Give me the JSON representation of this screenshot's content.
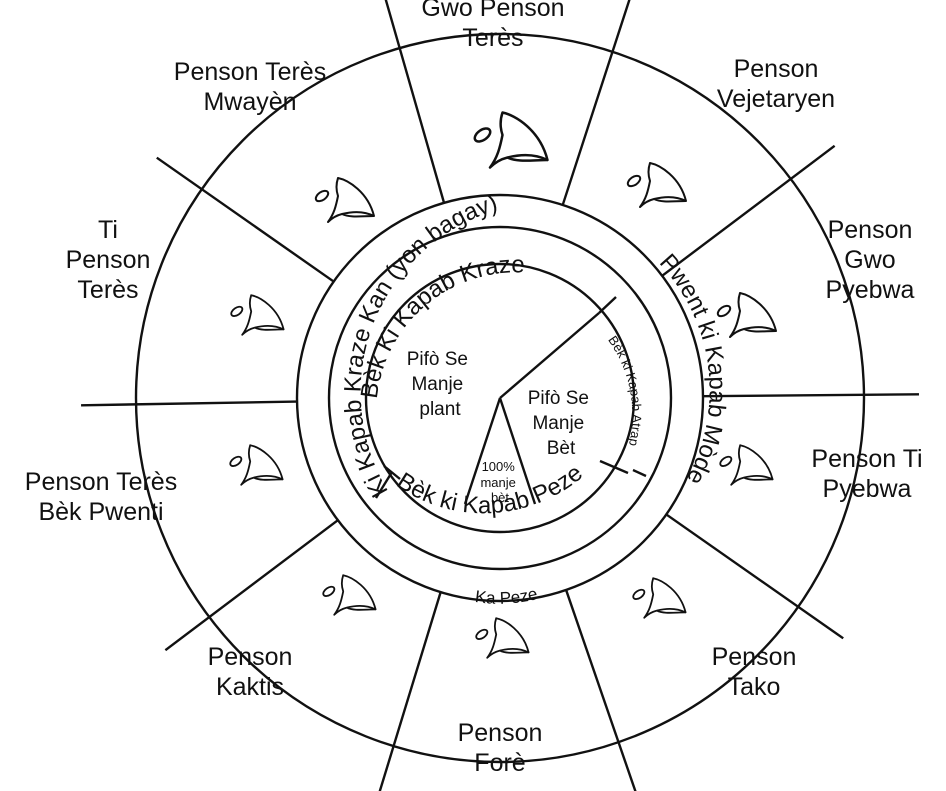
{
  "outer_birds": [
    {
      "lines": [
        "Gwo Penson",
        "Terès"
      ],
      "icon": "large-crushing-beak"
    },
    {
      "lines": [
        "Penson",
        "Vejetaryen"
      ],
      "icon": "parrot-like-beak"
    },
    {
      "lines": [
        "Penson",
        "Gwo",
        "Pyebwa"
      ],
      "icon": "large-seed-beak"
    },
    {
      "lines": [
        "Penson Ti",
        "Pyebwa"
      ],
      "icon": "small-grasping-beak"
    },
    {
      "lines": [
        "Penson",
        "Tako"
      ],
      "icon": "chisel-beak"
    },
    {
      "lines": [
        "Penson",
        "Forè"
      ],
      "icon": "probing-beak"
    },
    {
      "lines": [
        "Penson",
        "Kaktis"
      ],
      "icon": "long-probing-beak"
    },
    {
      "lines": [
        "Penson Terès",
        "Bèk Pwenti"
      ],
      "icon": "pointed-beak"
    },
    {
      "lines": [
        "Ti",
        "Penson",
        "Terès"
      ],
      "icon": "small-ground-beak"
    },
    {
      "lines": [
        "Penson Terès",
        "Mwayèn"
      ],
      "icon": "medium-ground-beak"
    }
  ],
  "middle_ring": {
    "left_arc": "Ki Kapab Kraze Kan (yon bagay)",
    "right_arc": "Pwent ki Kapab Mòde",
    "bottom_arc": "Ka Peze"
  },
  "inner_ring": {
    "top_arc": "Bèk Ki Kapab Kraze",
    "bottom_arc": "Bèk ki Kapab Peze",
    "right_arc": "Bèk ki Kapab Atrap"
  },
  "core": {
    "left": [
      "Pifò Se",
      "Manje",
      "plant"
    ],
    "right": [
      "Pifò Se",
      "Manje",
      "Bèt"
    ],
    "bottom": [
      "100%",
      "manje",
      "bèt"
    ]
  }
}
